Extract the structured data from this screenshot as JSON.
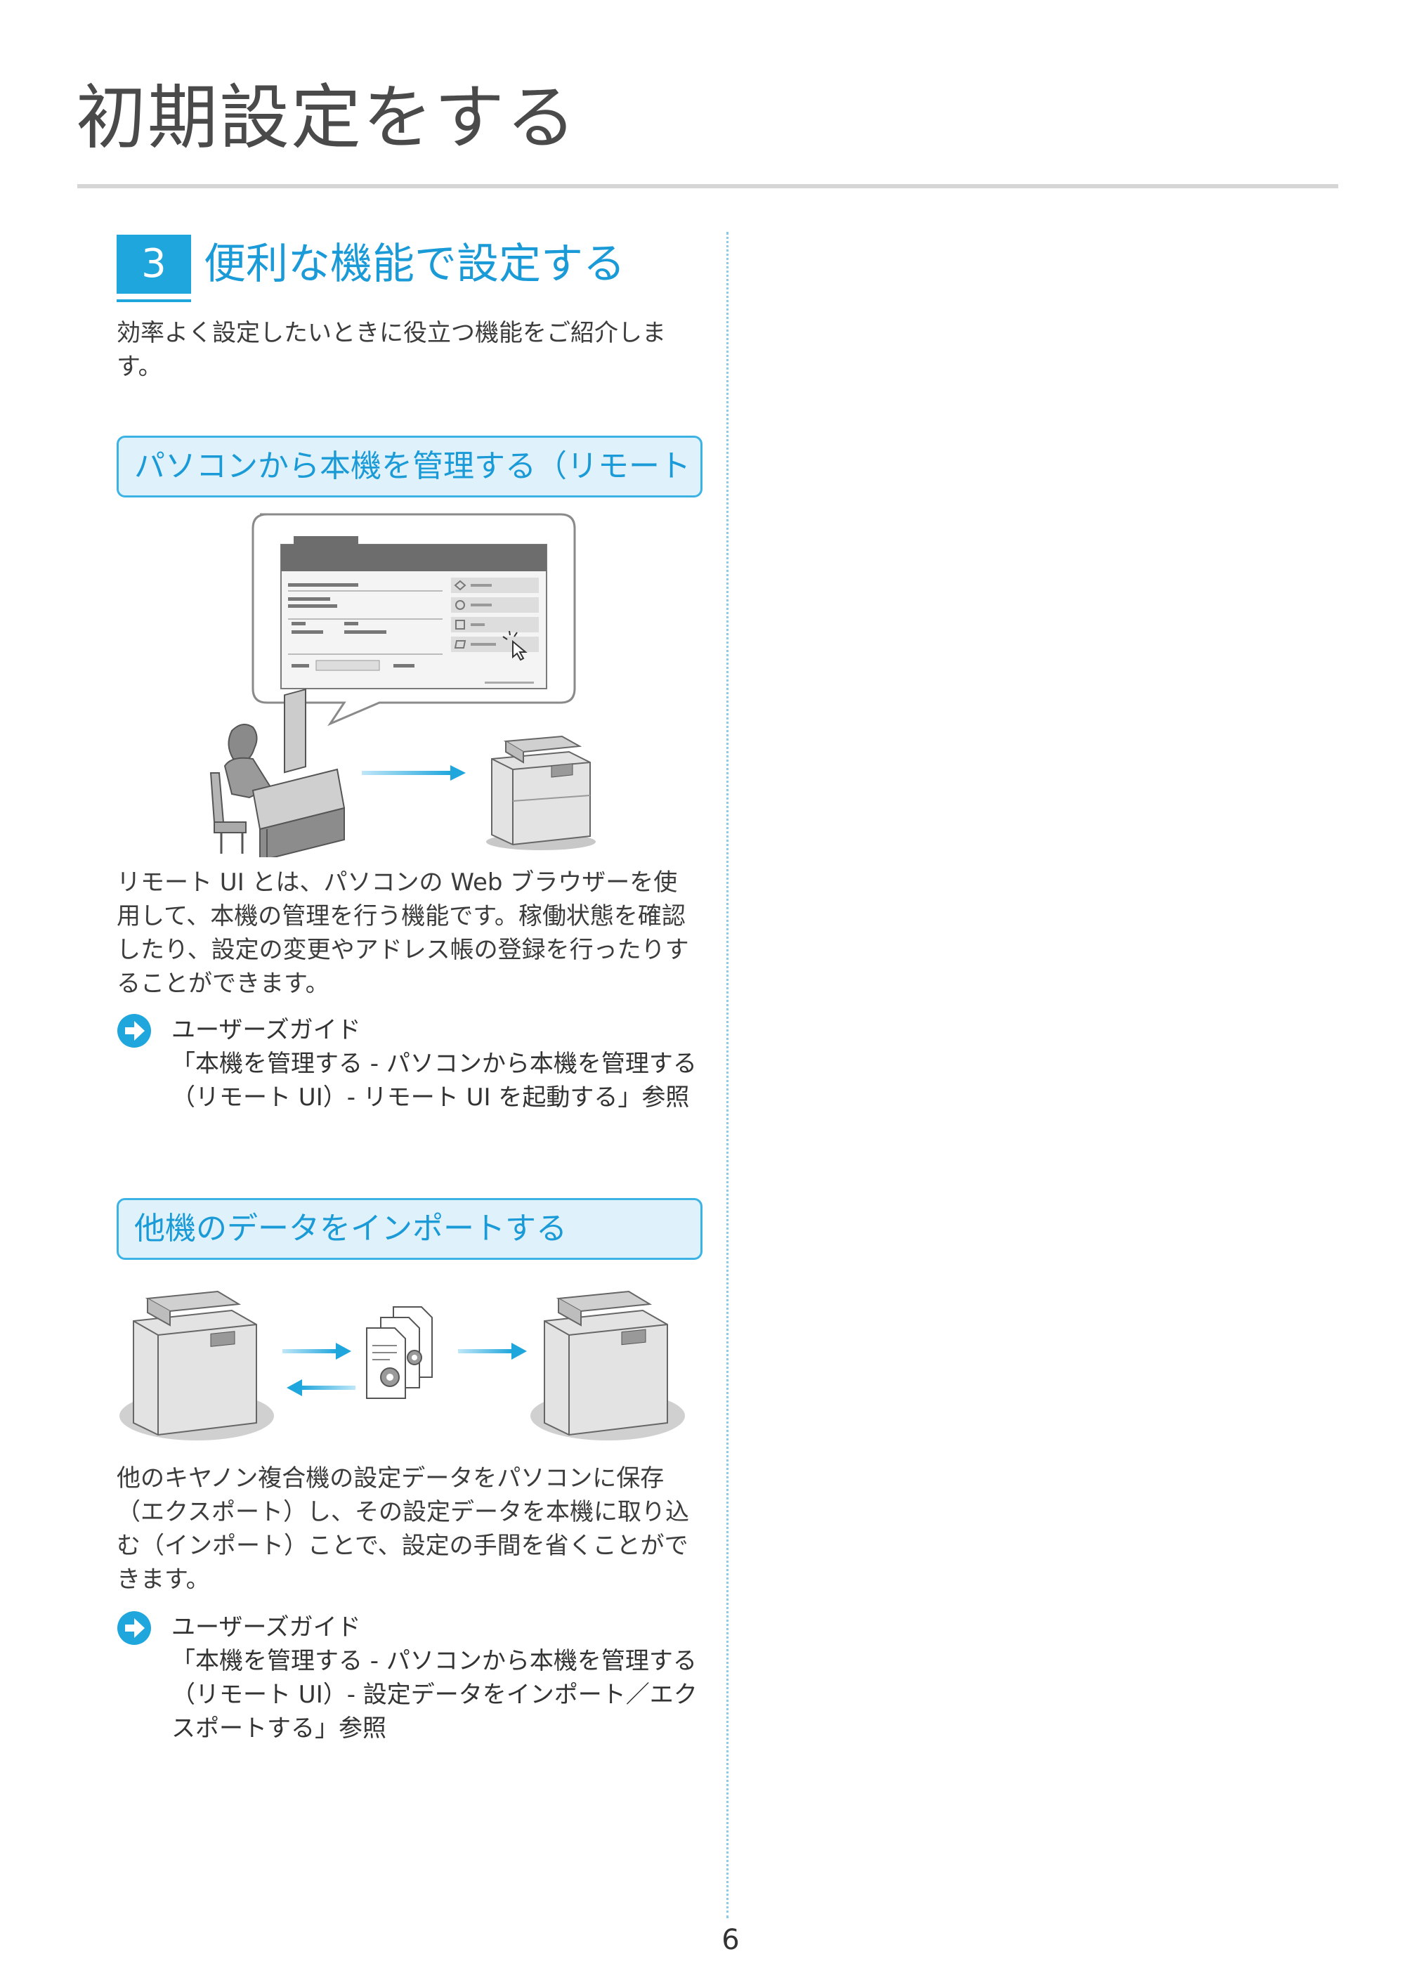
{
  "page": {
    "title": "初期設定をする",
    "page_number": "6"
  },
  "section": {
    "number": "3",
    "title": "便利な機能で設定する",
    "intro": "効率よく設定したいときに役立つ機能をご紹介します。"
  },
  "remote_ui": {
    "heading": "パソコンから本機を管理する（リモート UI）",
    "description": "リモート UI とは、パソコンの Web ブラウザーを使用して、本機の管理を行う機能です。稼働状態を確認したり、設定の変更やアドレス帳の登録を行ったりすることができます。",
    "ref_title": "ユーザーズガイド",
    "ref_body": "「本機を管理する - パソコンから本機を管理する（リモート UI）- リモート UI を起動する」参照"
  },
  "import": {
    "heading": "他機のデータをインポートする",
    "description": "他のキヤノン複合機の設定データをパソコンに保存（エクスポート）し、その設定データを本機に取り込む（インポート）ことで、設定の手間を省くことができます。",
    "ref_title": "ユーザーズガイド",
    "ref_body": "「本機を管理する - パソコンから本機を管理する（リモート UI）- 設定データをインポート／エクスポートする」参照"
  },
  "icons": {
    "reference": "arrow-right-circle-icon"
  },
  "colors": {
    "accent": "#1fa6dc",
    "heading_bg": "#dff2fb",
    "text": "#3c3c3c"
  }
}
